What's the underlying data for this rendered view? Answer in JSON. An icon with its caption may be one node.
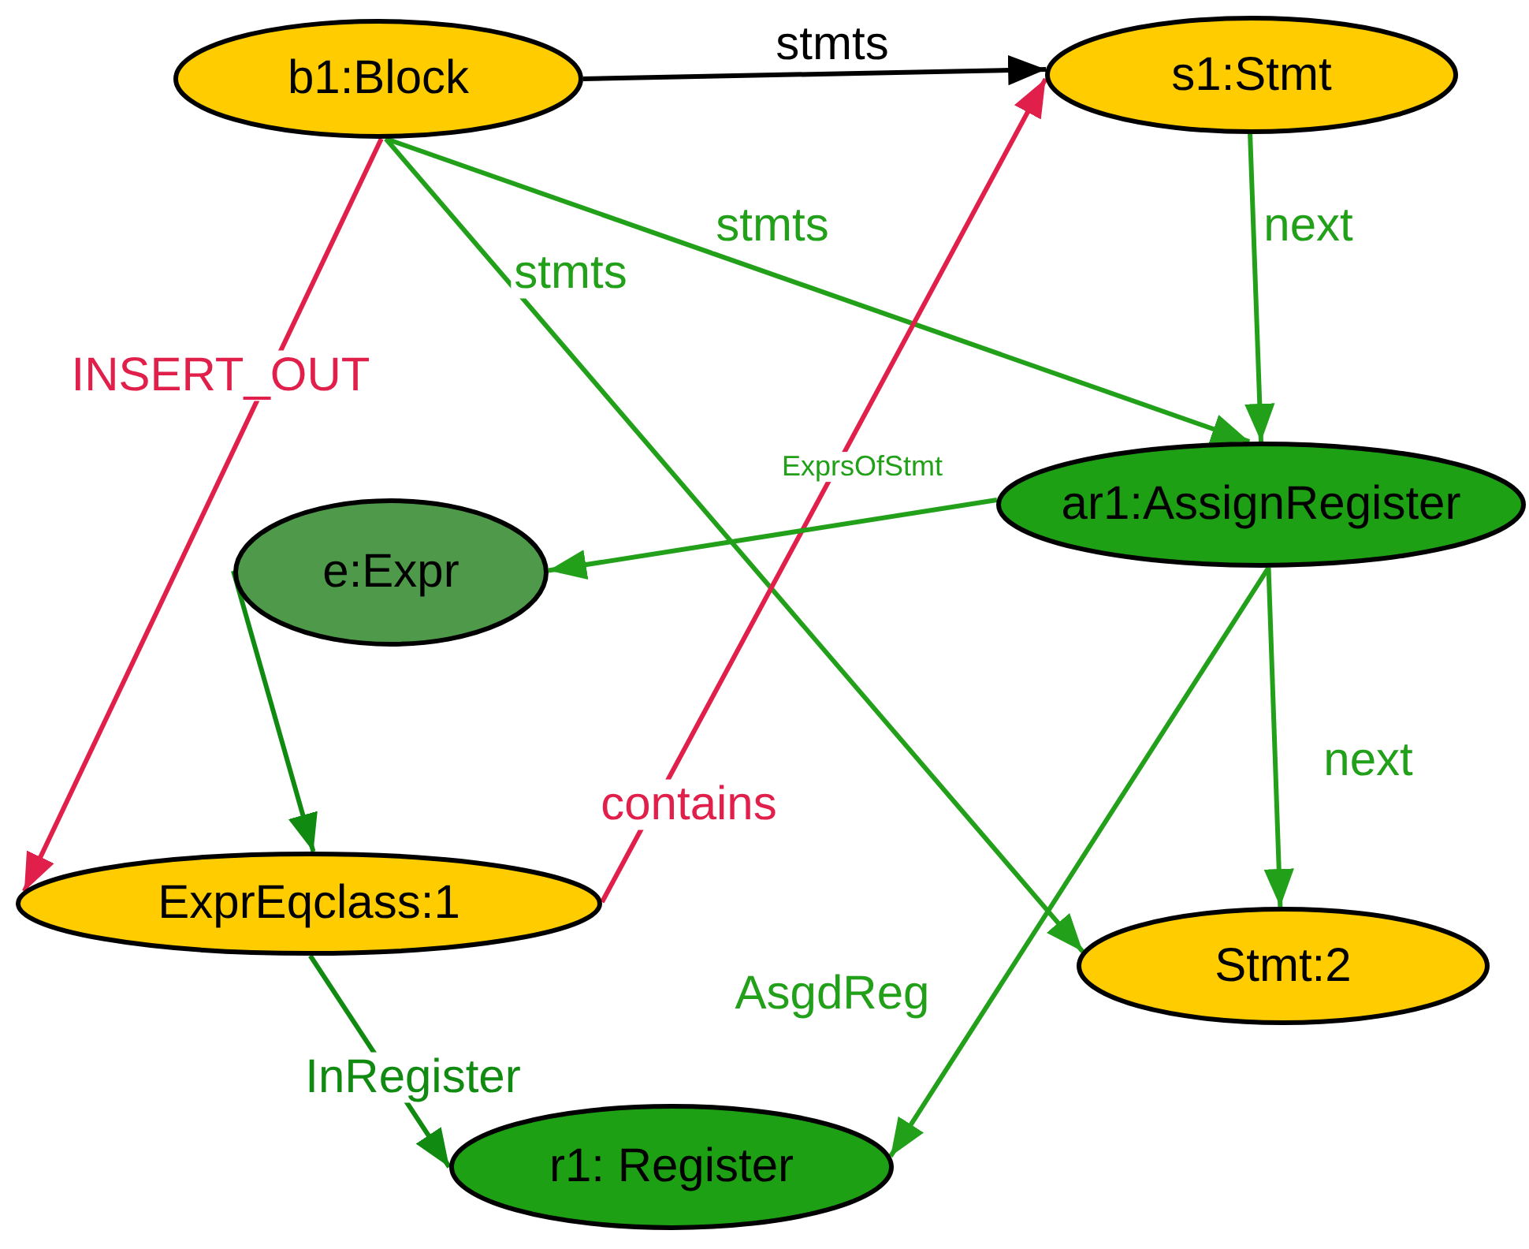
{
  "diagram": {
    "nodes": [
      {
        "text": [
          "b1:Block"
        ]
      },
      {
        "text": [
          "s1:Stmt"
        ]
      },
      {
        "text": [
          "ar1:AssignRegister"
        ]
      },
      {
        "text": [
          "e:Expr"
        ]
      },
      {
        "text": [
          "ExprEqclass:1"
        ]
      },
      {
        "text": [
          "Stmt:2"
        ]
      },
      {
        "text": [
          "r1: Register"
        ]
      }
    ],
    "edges": [
      {
        "from": 0,
        "to": 1,
        "arrow": "to",
        "label": "stmts",
        "color": "#000000"
      },
      {
        "from": 1,
        "to": 2,
        "arrow": "to",
        "label": "next"
      },
      {
        "from": 0,
        "to": 2,
        "arrow": "to",
        "label": "stmts"
      },
      {
        "from": 0,
        "to": 5,
        "arrow": "to",
        "label": "stmts"
      },
      {
        "from": 0,
        "to": 4,
        "arrow": "to",
        "label": "INSERT_OUT",
        "color": "#e0204a"
      },
      {
        "from": 4,
        "to": 1,
        "arrow": "to",
        "label": "contains",
        "color": "#e0204a"
      },
      {
        "from": 2,
        "to": 3,
        "arrow": "to",
        "label": "ExprsOfStmt"
      },
      {
        "from": 3,
        "to": 4,
        "arrow": "to",
        "color": "#108a10"
      },
      {
        "from": 2,
        "to": 5,
        "arrow": "to",
        "label": "next"
      },
      {
        "from": 2,
        "to": 6,
        "arrow": "to",
        "label": "AsgdReg"
      },
      {
        "from": 4,
        "to": 6,
        "arrow": "to",
        "label": "InRegister",
        "color": "#108a10"
      }
    ]
  }
}
